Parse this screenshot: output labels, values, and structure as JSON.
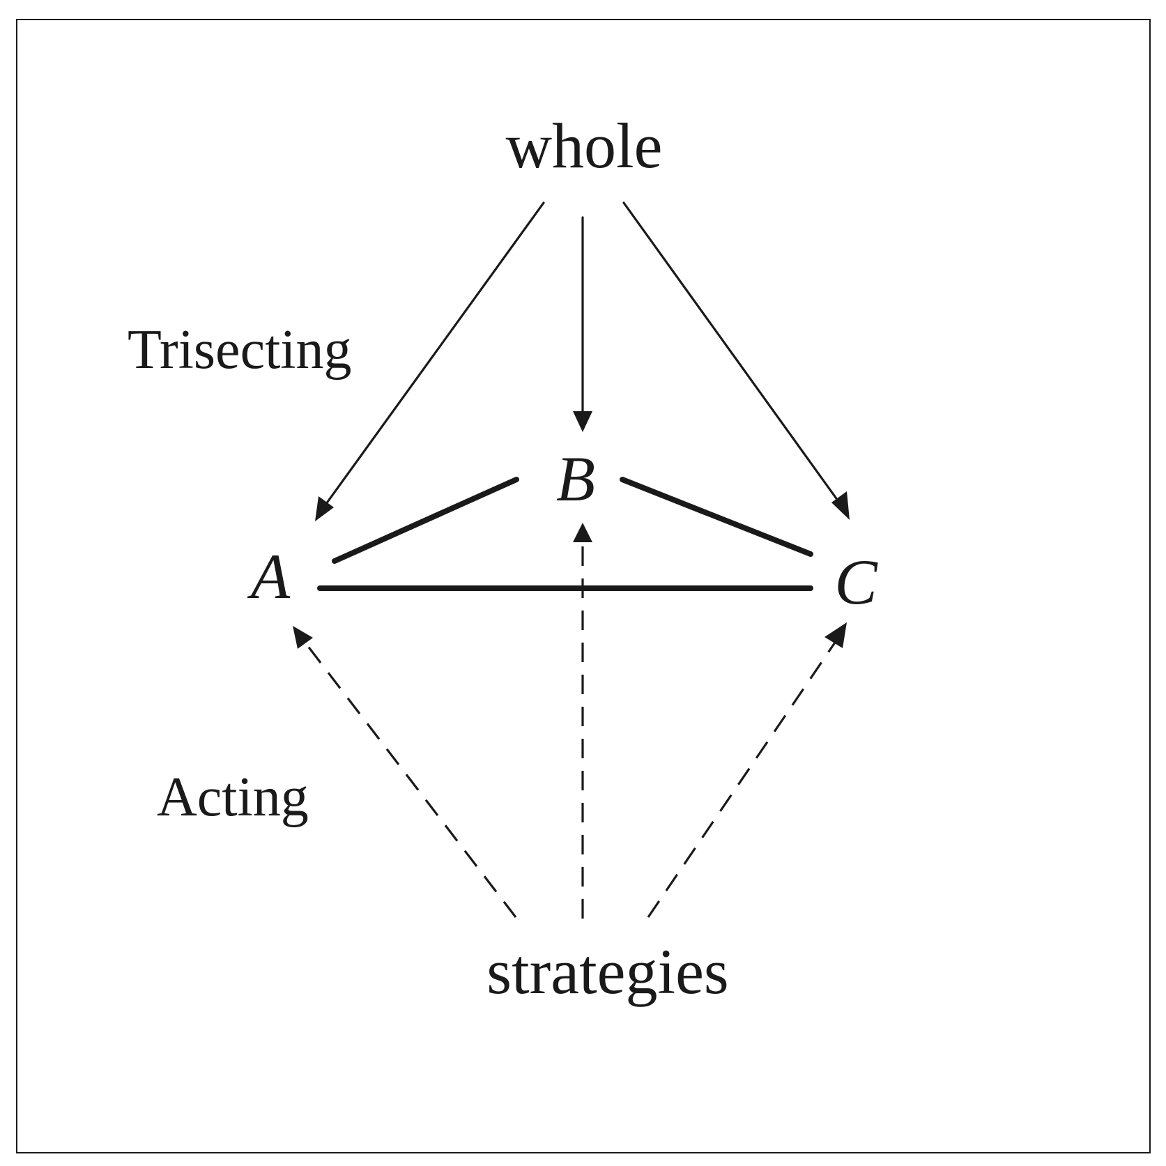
{
  "diagram": {
    "labels": {
      "top": "whole",
      "bottom": "strategies",
      "upper_side": "Trisecting",
      "lower_side": "Acting",
      "node_a": "A",
      "node_b": "B",
      "node_c": "C"
    },
    "colors": {
      "ink": "#1a1a1a",
      "frame": "#1a1a1a",
      "background": "#ffffff"
    }
  }
}
